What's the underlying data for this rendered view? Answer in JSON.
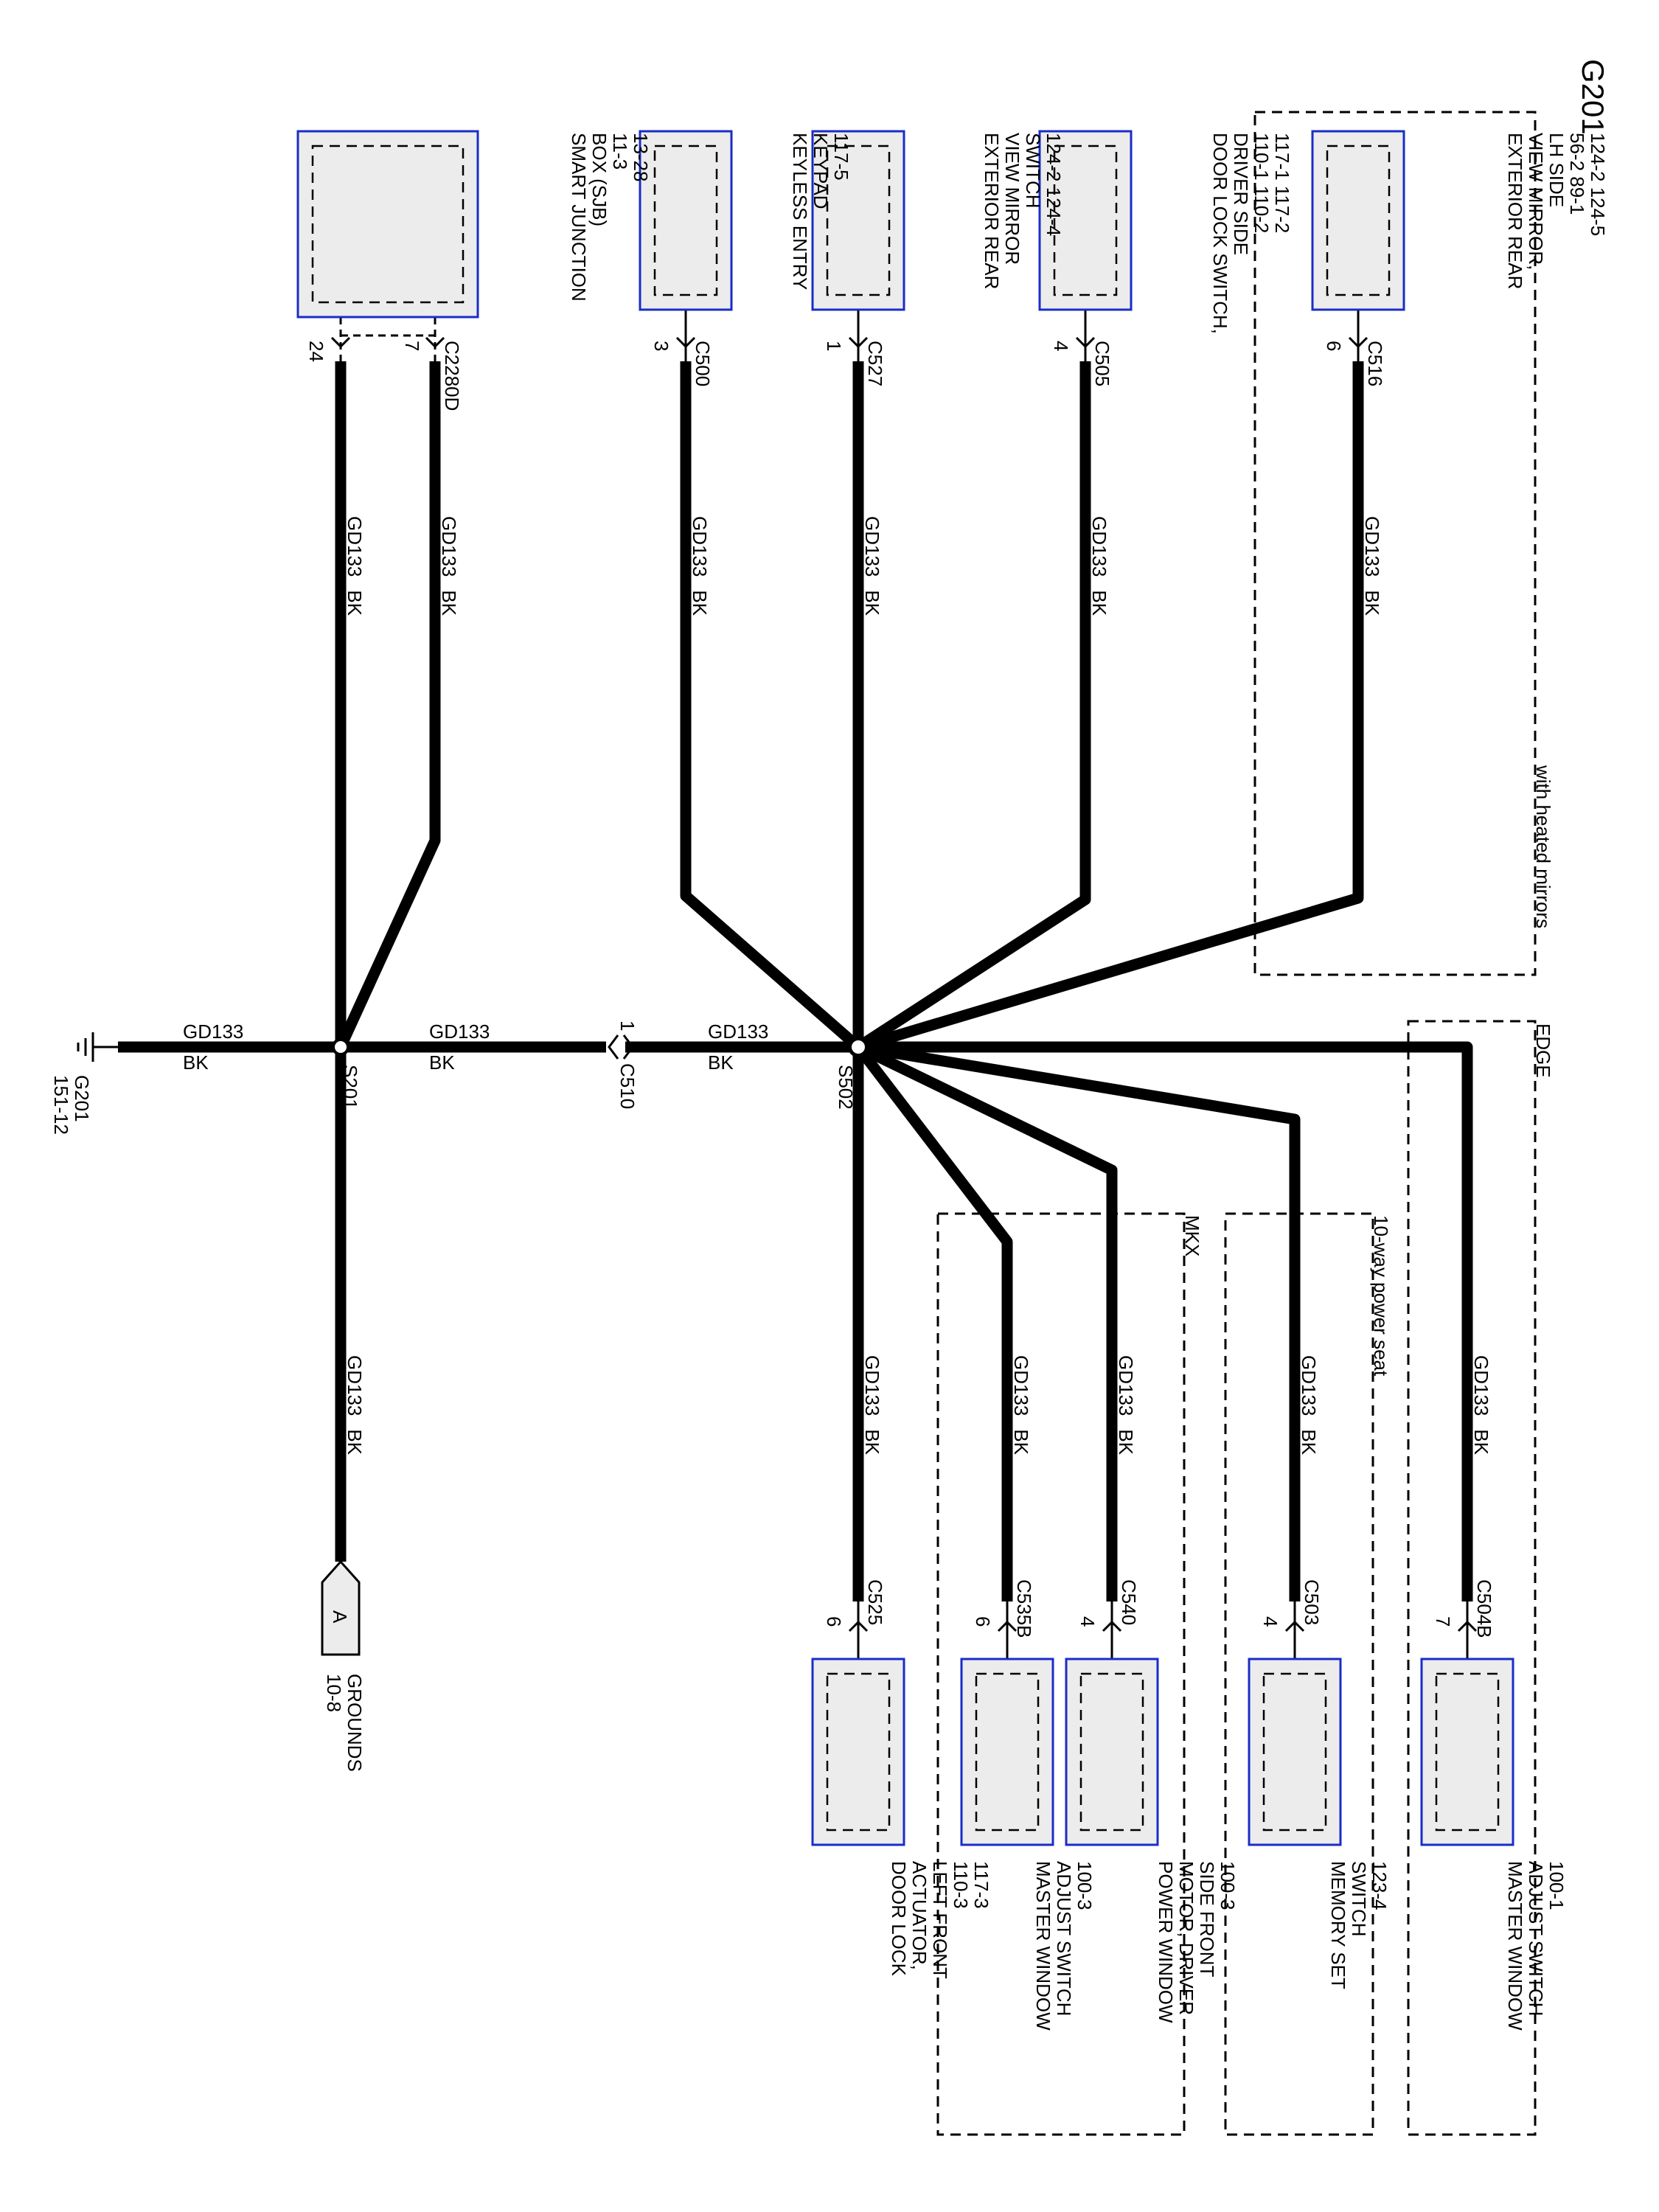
{
  "title": "G201",
  "wire": {
    "circuit": "GD133",
    "color": "BK"
  },
  "splices": [
    {
      "id": "S201",
      "label": "S201"
    },
    {
      "id": "S502",
      "label": "S502"
    }
  ],
  "inline_connector": {
    "label": "C510",
    "pin": "1"
  },
  "ground": {
    "label": "G201",
    "ref": "151-12"
  },
  "offpage": {
    "letter": "A",
    "label": "GROUNDS",
    "ref": "10-8"
  },
  "components": {
    "sjb": {
      "lines": [
        "SMART JUNCTION",
        "BOX (SJB)",
        "11-3",
        "13-28"
      ],
      "connector": "C2280D",
      "pins": [
        "24",
        "7"
      ]
    },
    "keyless": {
      "lines": [
        "KEYLESS ENTRY",
        "KEYPAD",
        "117-5"
      ],
      "connector": "C500",
      "pin": "3"
    },
    "mirror_switch": {
      "lines": [
        "EXTERIOR REAR",
        "VIEW MIRROR",
        "SWITCH",
        "124-2      124-4"
      ],
      "connector": "C527",
      "pin": "1"
    },
    "door_lock_switch": {
      "lines": [
        "DOOR LOCK SWITCH,",
        "DRIVER SIDE",
        "110-1    110-2",
        "117-1    117-2"
      ],
      "connector": "C505",
      "pin": "4"
    },
    "mirror_lh": {
      "lines": [
        "EXTERIOR REAR",
        "VIEW MIRROR,",
        "LH SIDE",
        "56-2       89-1",
        "124-2     124-5"
      ],
      "connector": "C516",
      "pin": "6"
    },
    "door_lock_actuator": {
      "lines": [
        "DOOR LOCK",
        "ACTUATOR,",
        "LEFT FRONT",
        "110-3",
        "117-3"
      ],
      "connector": "C525",
      "pin": "6"
    },
    "mws_mkx": {
      "lines": [
        "MASTER WINDOW",
        "ADJUST SWITCH",
        "100-3"
      ],
      "connector": "C535B",
      "pin": "6"
    },
    "window_motor": {
      "lines": [
        "POWER WINDOW",
        "MOTOR, DRIVER",
        "SIDE FRONT",
        "100-3"
      ],
      "connector": "C540",
      "pin": "4"
    },
    "memory_switch": {
      "lines": [
        "MEMORY SET",
        "SWITCH",
        "123-4"
      ],
      "connector": "C503",
      "pin": "4"
    },
    "mws_edge": {
      "lines": [
        "MASTER WINDOW",
        "ADJUST SWITCH",
        "100-1"
      ],
      "connector": "C504B",
      "pin": "7"
    }
  },
  "zones": {
    "heated": "with heated mirrors",
    "edge": "EDGE",
    "power_seat": "10-way power seat",
    "mkx": "MKX"
  }
}
